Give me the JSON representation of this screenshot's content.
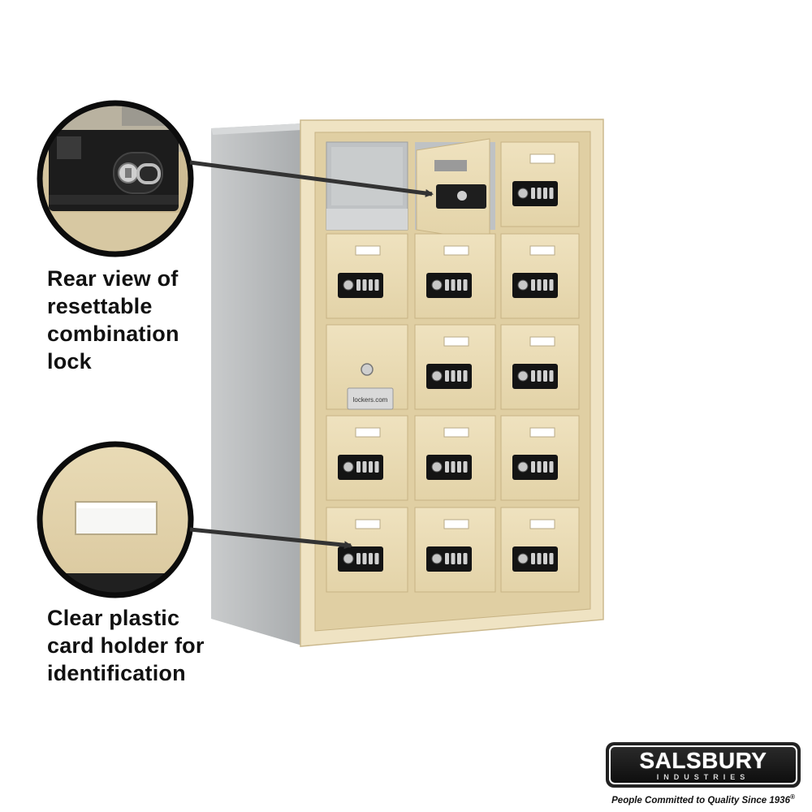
{
  "callouts": {
    "lock": {
      "lines": [
        "Rear view of",
        "resettable",
        "combination",
        "lock"
      ],
      "icon": "rear-lock-detail"
    },
    "card": {
      "lines": [
        "Clear plastic",
        "card holder for",
        "identification"
      ],
      "icon": "card-holder-detail"
    }
  },
  "locker": {
    "columns": 3,
    "rows": 5,
    "color": "#e8d9b1",
    "frame_color": "#efe3c3",
    "side_color": "#b9bcbe",
    "open_compartments": [
      "row1-col1",
      "row1-col2"
    ],
    "master_panel": "row3-col1",
    "nameplate_text": "lockers.com"
  },
  "brand": {
    "name": "SALSBURY",
    "sub": "INDUSTRIES",
    "tagline": "People Committed to Quality Since 1936",
    "registered_mark": "®"
  },
  "colors": {
    "text": "#111111",
    "arrow": "#333333",
    "logo_bg": "#1a1a1a"
  }
}
